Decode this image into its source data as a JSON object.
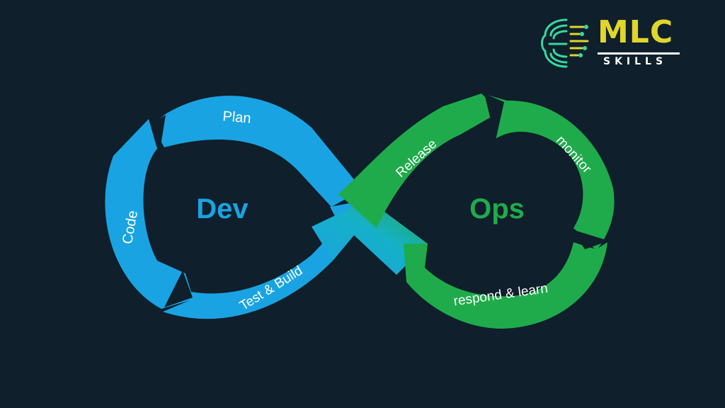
{
  "logo": {
    "wordmark": "MLC",
    "tagline": "SKILLS",
    "icon": "brain-circuit-icon"
  },
  "diagram": {
    "dev_label": "Dev",
    "ops_label": "Ops",
    "stages": {
      "plan": "Plan",
      "code": "Code",
      "test_build": "Test & Build",
      "release": "Release",
      "monitor": "monitor",
      "respond_learn": "respond & learn"
    }
  },
  "colors": {
    "background": "#0f1f2b",
    "dev_blue": "#1aa3e2",
    "ops_green": "#1fab4b",
    "logo_yellow": "#e0d62b",
    "logo_green": "#36d8a0"
  }
}
